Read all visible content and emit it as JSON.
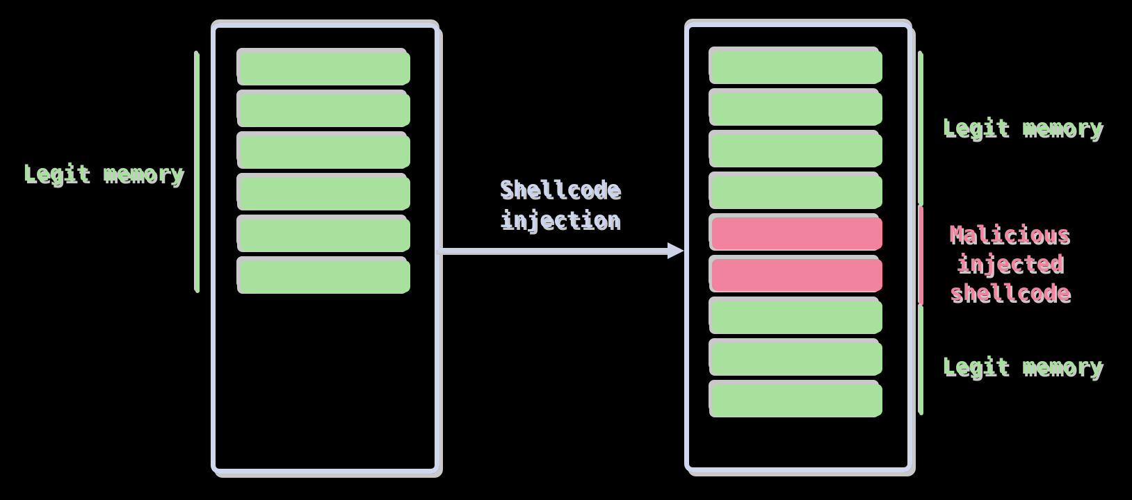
{
  "colors": {
    "legit": "#a8e09e",
    "malicious": "#f2839e",
    "frame": "#cfd7ef",
    "sketch_shadow": "#c9c9c9",
    "connector": "#ccd3e6",
    "connector_label": "#ccd6f0",
    "background": "#000000"
  },
  "left_memory": {
    "label": "Legit memory",
    "blocks": [
      "legit",
      "legit",
      "legit",
      "legit",
      "legit",
      "legit"
    ]
  },
  "connector": {
    "label": "Shellcode\ninjection"
  },
  "right_memory": {
    "blocks": [
      "legit",
      "legit",
      "legit",
      "legit",
      "malicious",
      "malicious",
      "legit",
      "legit",
      "legit"
    ],
    "annotations": [
      {
        "text": "Legit memory",
        "type": "legit"
      },
      {
        "text": "Malicious\ninjected\nshellcode",
        "type": "malicious"
      },
      {
        "text": "Legit memory",
        "type": "legit"
      }
    ]
  }
}
